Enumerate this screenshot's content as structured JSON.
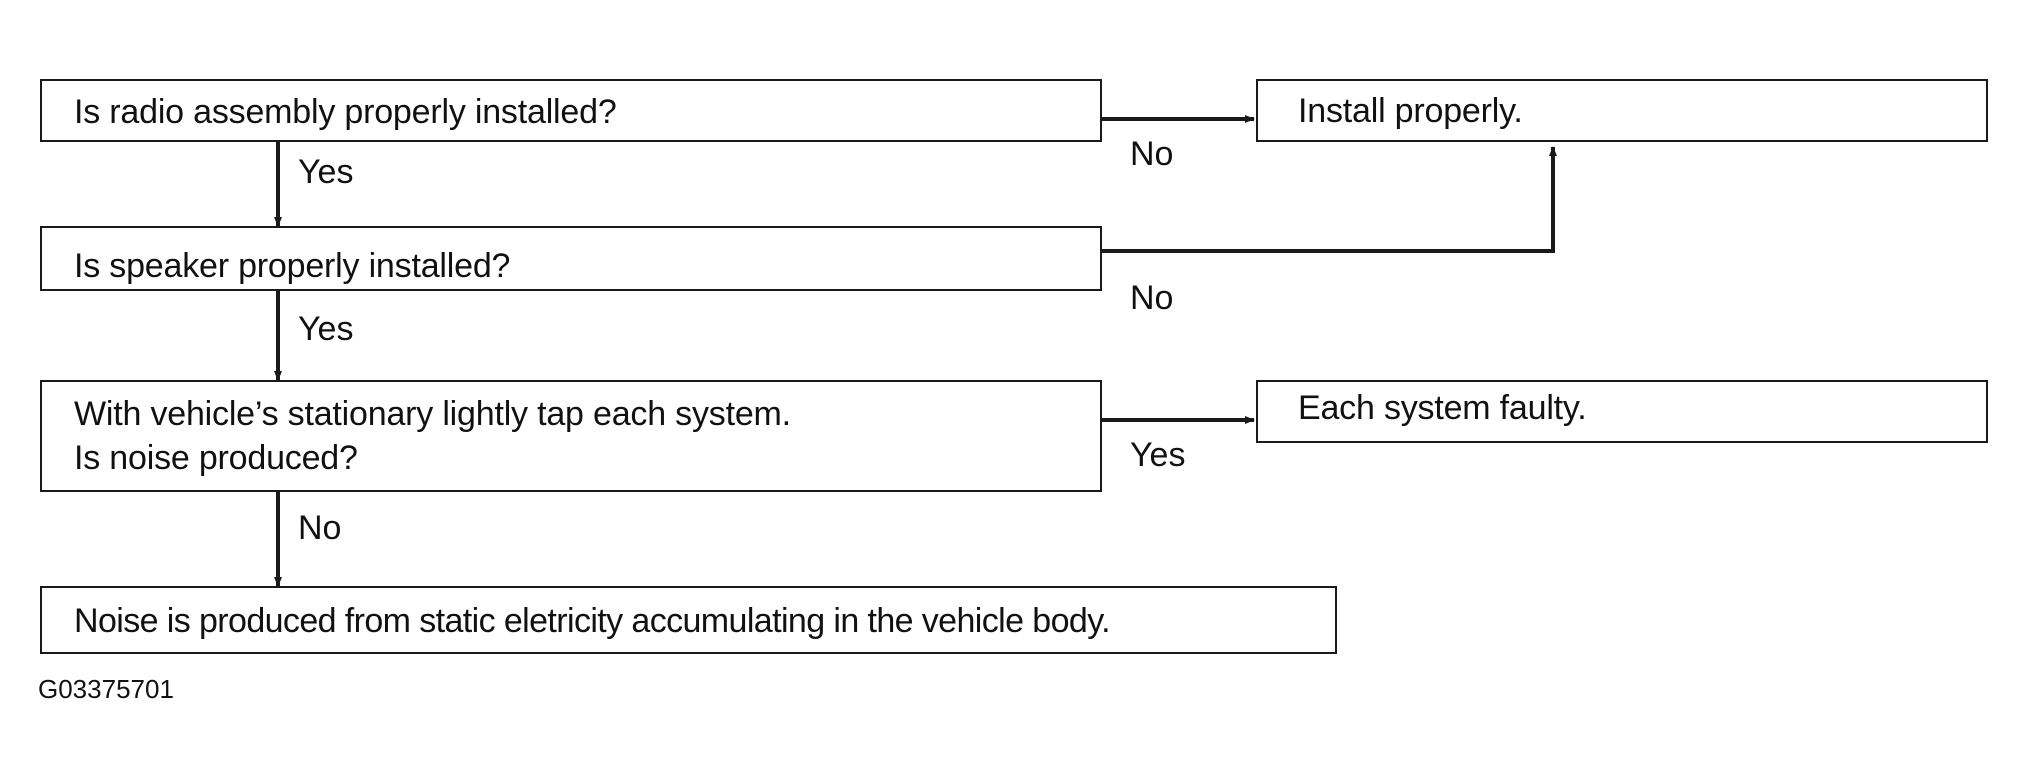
{
  "flowchart": {
    "questions": {
      "radio_installed": "Is radio assembly properly installed?",
      "speaker_installed": "Is speaker properly installed?",
      "tap_line1": "With vehicle’s stationary lightly tap each system.",
      "tap_line2": "Is noise produced?"
    },
    "results": {
      "install_properly": "Install properly.",
      "system_faulty": "Each system faulty.",
      "static_noise": "Noise is produced from static eletricity accumulating in the vehicle body."
    },
    "edge_labels": {
      "radio_no": "No",
      "radio_yes": "Yes",
      "speaker_no": "No",
      "speaker_yes": "Yes",
      "tap_yes": "Yes",
      "tap_no": "No"
    }
  },
  "figure_id": "G03375701",
  "colors": {
    "line": "#1a1a1a",
    "background": "#ffffff"
  }
}
